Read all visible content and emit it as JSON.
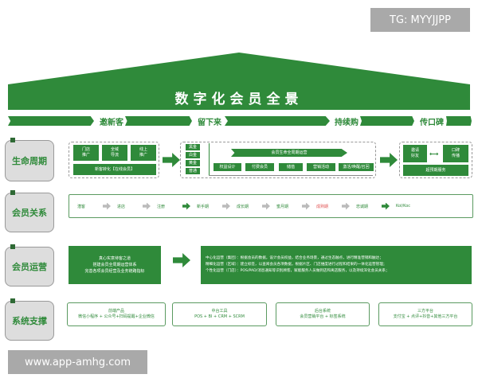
{
  "watermarks": {
    "top_right": "TG: MYYJJPP",
    "bottom_left": "www.app-amhg.com"
  },
  "title": "数字化会员全景",
  "stages": [
    "邀新客",
    "留下来",
    "持续购",
    "传口碑"
  ],
  "rows": {
    "lifecycle": {
      "label": "生命周期",
      "acquire": {
        "items": [
          "门店\n推广",
          "全域\n导流",
          "线上\n推广"
        ],
        "bottom": "新客转化【在线会员】"
      },
      "tiers": [
        "黑金",
        "白金",
        "黄金",
        "普通"
      ],
      "ops_title": "会员生命全周期运营",
      "ops_items": [
        "权益设计",
        "付费会员",
        "储值",
        "营销活动",
        "激活/唤醒/召回"
      ],
      "wom": {
        "left": "邀请\n好友",
        "right": "口碑\n传播",
        "bottom": "超预期服务"
      }
    },
    "relation": {
      "label": "会员关系",
      "steps": [
        {
          "text": "潜客",
          "arrow": "hollow"
        },
        {
          "text": "进店",
          "arrow": "hollow"
        },
        {
          "text": "注册",
          "arrow": "solid"
        },
        {
          "text": "新手期",
          "arrow": "hollow"
        },
        {
          "text": "成长期",
          "arrow": "hollow"
        },
        {
          "text": "蜜月期",
          "arrow": "hollow"
        },
        {
          "text": "成熟期",
          "arrow": "hollow",
          "highlight": "#e05050"
        },
        {
          "text": "忠诚期",
          "arrow": "solid"
        },
        {
          "text": "Kol/Koc"
        }
      ]
    },
    "operation": {
      "label": "会员运营",
      "left": [
        "真心实意待客之道",
        "搭建会员全周期运营体系",
        "完善各项会员经营及业务链路指标"
      ],
      "right": [
        "中心化运营（集团）：根据会员的数据，设计会员权益，结合业务场景，通过生态触点，进行精准营销和触达；",
        "精细化运营（区域）：建立标签，以查阅会员各项数据，根据片区、门店维度进行过程和结果的一体化运营管理；",
        "个性化运营（门店）：POS/PAD/消息通知等识别顾客，赋能服务人员做到店和离店服务，以及持续深化会员关系；"
      ]
    },
    "system": {
      "label": "系统支撑",
      "boxes": [
        {
          "title": "前端产品",
          "desc": "微信小程序 + 公众号+扫码提醒+企业微信"
        },
        {
          "title": "中台工具",
          "desc": "POS + BI + CRM + SCRM"
        },
        {
          "title": "后台系统",
          "desc": "会员营销平台 + 标签系统"
        },
        {
          "title": "三方平台",
          "desc": "支付宝 + 点评+抖音+其他三方平台"
        }
      ]
    }
  },
  "colors": {
    "primary": "#2f8a3a",
    "label_bg": "#dddddd",
    "highlight": "#e05050"
  }
}
